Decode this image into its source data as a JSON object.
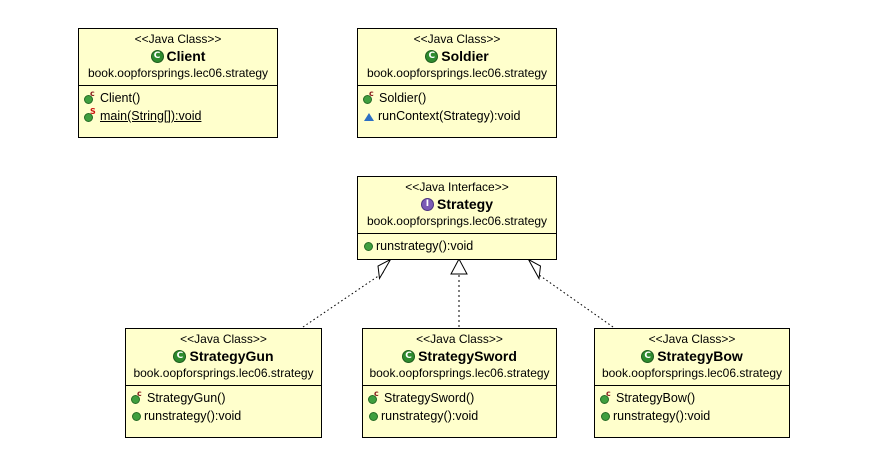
{
  "diagram": {
    "kind": "uml-class-diagram",
    "background": "#ffffff",
    "box_fill": "#ffffcc",
    "box_border": "#000000",
    "class_icon_color": "#2e8b2e",
    "interface_icon_color": "#7a5bb5",
    "method_icon_color": "#3f9f3f",
    "protected_icon_color": "#2d6fc4",
    "constructor_marker_color": "#8b2020",
    "static_marker_color": "#cc1111"
  },
  "icons": {
    "class": "class-circle-c-icon",
    "interface": "interface-circle-i-icon",
    "method": "public-method-ball-icon",
    "constructor": "constructor-method-ball-icon",
    "static_method": "static-method-ball-icon",
    "protected": "protected-triangle-icon"
  },
  "classes": [
    {
      "id": "client",
      "stereotype": "<<Java Class>>",
      "name": "Client",
      "package": "book.oopforsprings.lec06.strategy",
      "icon": "class",
      "members": [
        {
          "icon": "constructor",
          "marker": "c",
          "text": "Client()",
          "static": false
        },
        {
          "icon": "static_method",
          "marker": "S",
          "text": "main(String[]):void",
          "static": true
        }
      ]
    },
    {
      "id": "soldier",
      "stereotype": "<<Java Class>>",
      "name": "Soldier",
      "package": "book.oopforsprings.lec06.strategy",
      "icon": "class",
      "members": [
        {
          "icon": "constructor",
          "marker": "c",
          "text": "Soldier()",
          "static": false
        },
        {
          "icon": "protected",
          "marker": "",
          "text": "runContext(Strategy):void",
          "static": false
        }
      ]
    },
    {
      "id": "strategy",
      "stereotype": "<<Java Interface>>",
      "name": "Strategy",
      "package": "book.oopforsprings.lec06.strategy",
      "icon": "interface",
      "members": [
        {
          "icon": "method",
          "marker": "",
          "text": "runstrategy():void",
          "static": false
        }
      ]
    },
    {
      "id": "strategygun",
      "stereotype": "<<Java Class>>",
      "name": "StrategyGun",
      "package": "book.oopforsprings.lec06.strategy",
      "icon": "class",
      "members": [
        {
          "icon": "constructor",
          "marker": "c",
          "text": "StrategyGun()",
          "static": false
        },
        {
          "icon": "method",
          "marker": "",
          "text": "runstrategy():void",
          "static": false
        }
      ]
    },
    {
      "id": "strategysword",
      "stereotype": "<<Java Class>>",
      "name": "StrategySword",
      "package": "book.oopforsprings.lec06.strategy",
      "icon": "class",
      "members": [
        {
          "icon": "constructor",
          "marker": "c",
          "text": "StrategySword()",
          "static": false
        },
        {
          "icon": "method",
          "marker": "",
          "text": "runstrategy():void",
          "static": false
        }
      ]
    },
    {
      "id": "strategybow",
      "stereotype": "<<Java Class>>",
      "name": "StrategyBow",
      "package": "book.oopforsprings.lec06.strategy",
      "icon": "class",
      "members": [
        {
          "icon": "constructor",
          "marker": "c",
          "text": "StrategyBow()",
          "static": false
        },
        {
          "icon": "method",
          "marker": "",
          "text": "runstrategy():void",
          "static": false
        }
      ]
    }
  ],
  "relations": [
    {
      "type": "realization",
      "from": "strategygun",
      "to": "strategy",
      "style": "dotted",
      "arrow": "hollow-triangle"
    },
    {
      "type": "realization",
      "from": "strategysword",
      "to": "strategy",
      "style": "dotted",
      "arrow": "hollow-triangle"
    },
    {
      "type": "realization",
      "from": "strategybow",
      "to": "strategy",
      "style": "dotted",
      "arrow": "hollow-triangle"
    }
  ]
}
